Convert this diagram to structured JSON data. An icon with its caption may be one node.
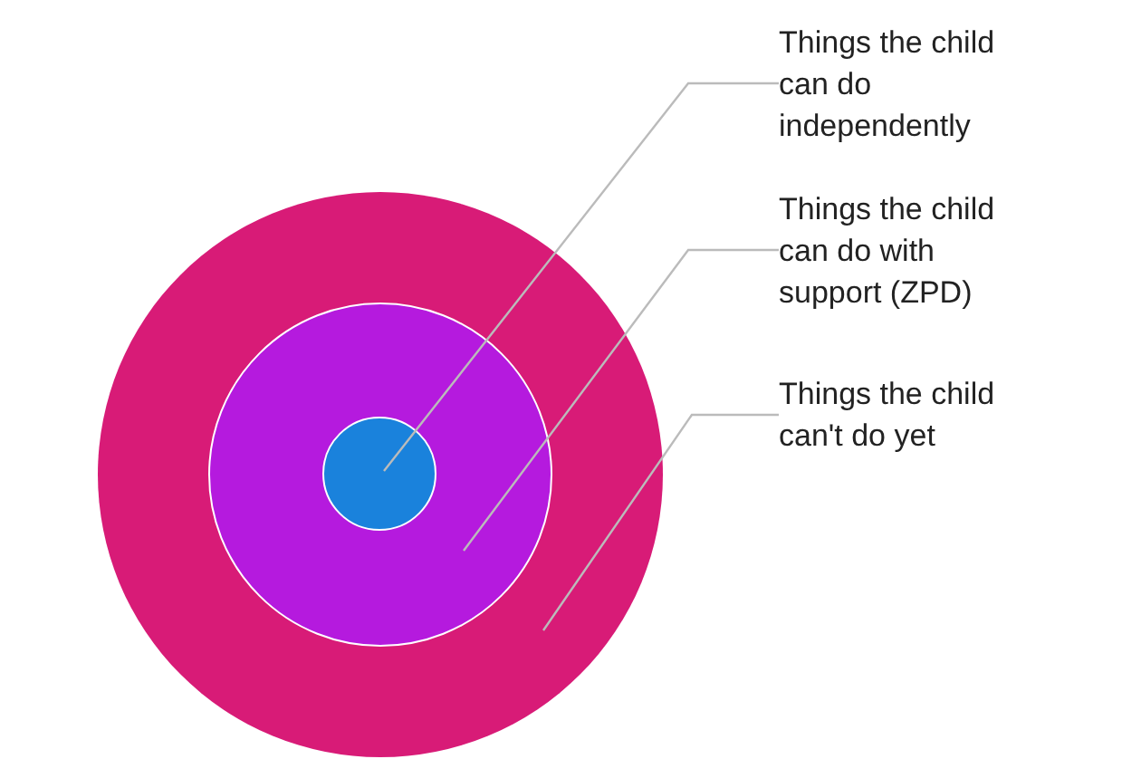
{
  "diagram": {
    "nodes": [
      {
        "text": [],
        "shape": "circle"
      },
      {
        "text": [],
        "shape": "circle",
        "in": 0
      },
      {
        "text": [],
        "shape": "circle",
        "in": 1
      },
      {
        "text": [
          "Things the child can do independently"
        ]
      },
      {
        "text": [
          "Things the child can do with support (ZPD)"
        ]
      },
      {
        "text": [
          "Things the child can't do yet"
        ]
      }
    ],
    "edges": [
      {
        "from": 3,
        "to": 2,
        "arrow": "none"
      },
      {
        "from": 4,
        "to": 1,
        "arrow": "none"
      },
      {
        "from": 5,
        "to": 0,
        "arrow": "none"
      }
    ]
  }
}
